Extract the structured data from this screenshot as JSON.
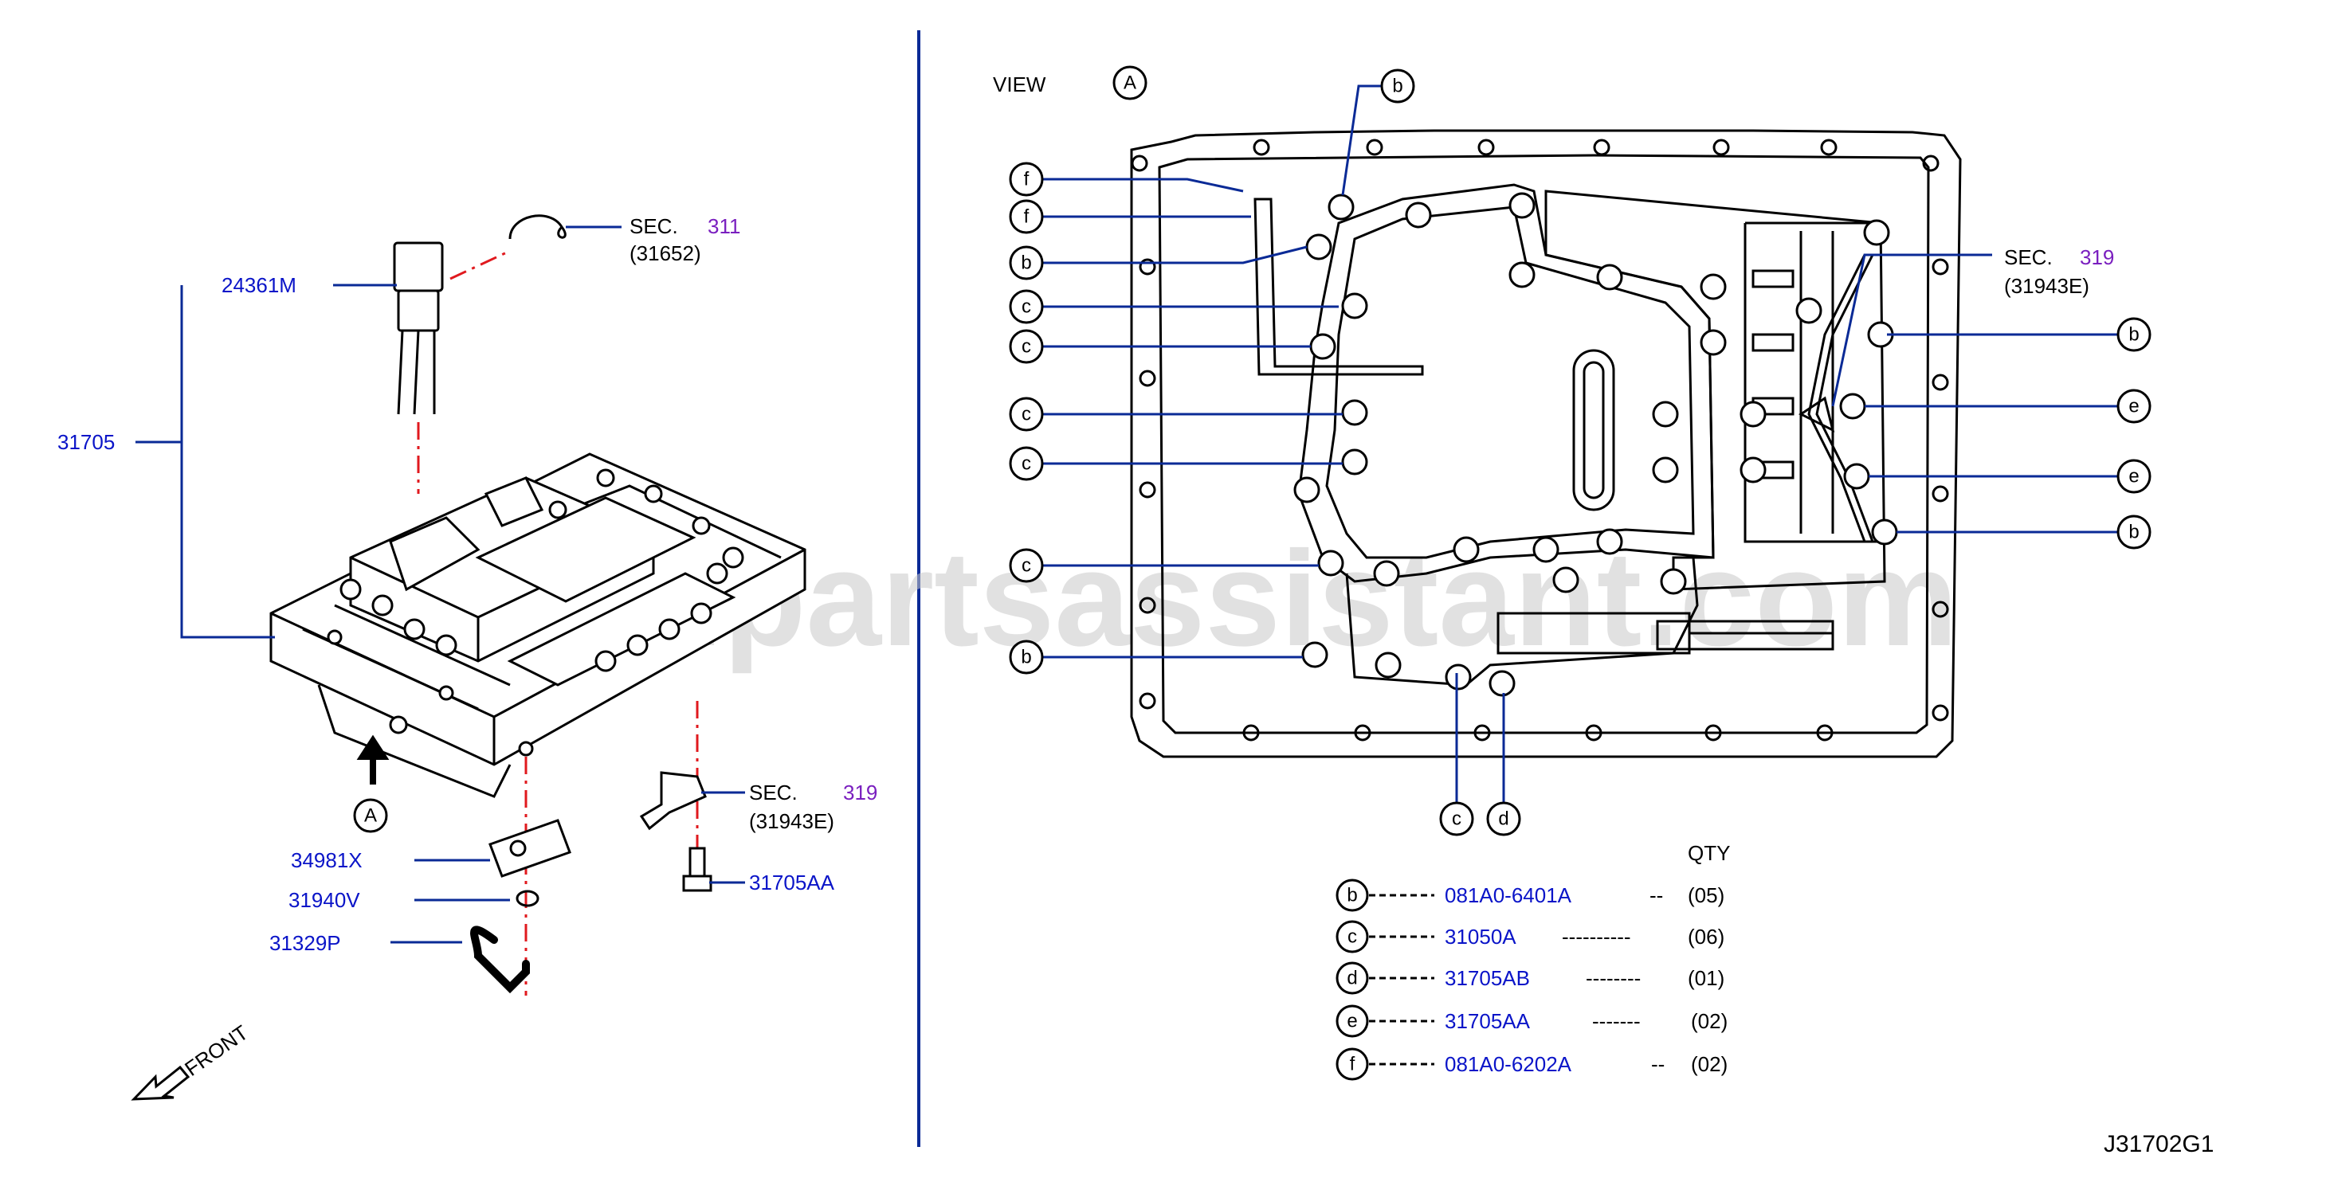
{
  "view_label": "VIEW",
  "view_ref": "A",
  "front_label": "FRONT",
  "arrow_ref": "A",
  "drawing_code": "J31702G1",
  "watermark": "www.partsassistant.com",
  "left_parts": {
    "p24361M": "24361M",
    "p31705": "31705",
    "p34981X": "34981X",
    "p31940V": "31940V",
    "p31329P": "31329P",
    "p31705AA": "31705AA"
  },
  "section_refs": {
    "sec311": {
      "prefix": "SEC.",
      "num": "311",
      "code": "(31652)"
    },
    "sec319_left": {
      "prefix": "SEC.",
      "num": "319",
      "code": "(31943E)"
    },
    "sec319_right": {
      "prefix": "SEC.",
      "num": "319",
      "code": "(31943E)"
    }
  },
  "callouts_left": [
    "f",
    "f",
    "b",
    "c",
    "c",
    "c",
    "c",
    "c",
    "b"
  ],
  "callouts_right": [
    "b",
    "e",
    "e",
    "b"
  ],
  "callout_top": "b",
  "callouts_bottom": [
    "c",
    "d"
  ],
  "qty_header": "QTY",
  "qty_table": [
    {
      "letter": "b",
      "part": "081A0-6401A",
      "dashes": "--",
      "qty": "(05)"
    },
    {
      "letter": "c",
      "part": "31050A",
      "dashes": "----------",
      "qty": "(06)"
    },
    {
      "letter": "d",
      "part": "31705AB",
      "dashes": "--------",
      "qty": "(01)"
    },
    {
      "letter": "e",
      "part": "31705AA",
      "dashes": "-------",
      "qty": "(02)"
    },
    {
      "letter": "f",
      "part": "081A0-6202A",
      "dashes": "--",
      "qty": "(02)"
    }
  ],
  "colors": {
    "part_number": "#0a14c8",
    "section_number": "#7a1fbf",
    "leader": "#0a2a96",
    "centerline": "#e0191e"
  }
}
